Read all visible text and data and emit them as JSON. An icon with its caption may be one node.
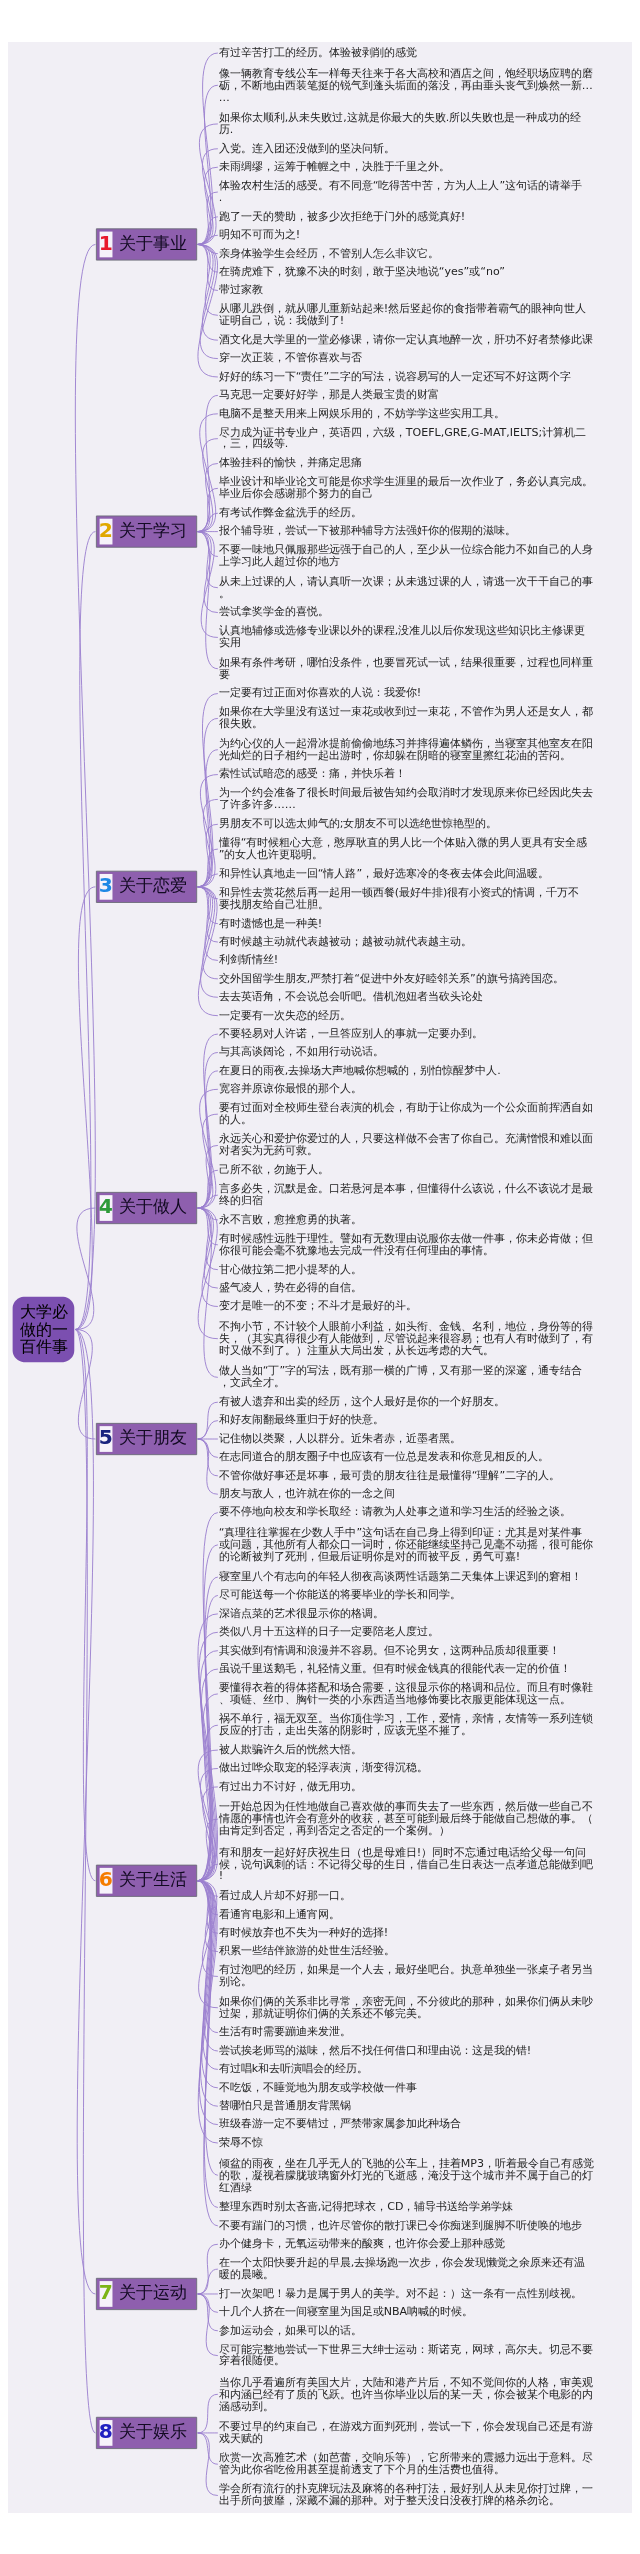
{
  "diagram": {
    "nodes": [
      {
        "text": [
          "大学必做的一百件事"
        ]
      },
      {
        "text": [
          "1",
          "关于事业"
        ]
      },
      {
        "text": [
          "有过辛苦打工的经历。体验被剥削的感觉"
        ]
      },
      {
        "text": [
          "像一辆教育专线公车一样每天往来于各大高校和酒店之间，饱经职场应聘的磨砺，不断地由西装笔挺的锐气到蓬头垢面的落没，再由垂头丧气到焕然一新……"
        ]
      },
      {
        "text": [
          "如果你太顺利,从未失败过,这就是你最大的失败.所以失败也是一种成功的经历."
        ]
      },
      {
        "text": [
          "入党。连入团还没做到的坚决问斩。"
        ]
      },
      {
        "text": [
          "未雨绸缪，运筹于帷幄之中，决胜于千里之外。"
        ]
      },
      {
        "text": [
          "体验农村生活的感受。有不同意“吃得苦中苦，方为人上人”这句话的请举手."
        ]
      },
      {
        "text": [
          "跑了一天的赞助，被多少次拒绝于门外的感觉真好!"
        ]
      },
      {
        "text": [
          "明知不可而为之!"
        ]
      },
      {
        "text": [
          "亲身体验学生会经历，不管别人怎么非议它。"
        ]
      },
      {
        "text": [
          "在骑虎难下，犹豫不决的时刻，敢于坚决地说“yes”或“no”"
        ]
      },
      {
        "text": [
          "带过家教"
        ]
      },
      {
        "text": [
          "从哪儿跌倒，就从哪儿重新站起来!然后竖起你的食指带着霸气的眼神向世人证明自己，说：我做到了!"
        ]
      },
      {
        "text": [
          "酒文化是大学里的一堂必修课，请你一定认真地醉一次，肝功不好者禁修此课"
        ]
      },
      {
        "text": [
          "穿一次正装，不管你喜欢与否"
        ]
      },
      {
        "text": [
          "好好的练习一下“责任”二字的写法，说容易写的人一定还写不好这两个字"
        ]
      },
      {
        "text": [
          "2",
          "关于学习"
        ]
      },
      {
        "text": [
          "马克思一定要好好学，那是人类最宝贵的财富"
        ]
      },
      {
        "text": [
          "电脑不是整天用来上网娱乐用的，不妨学学这些实用工具。"
        ]
      },
      {
        "text": [
          "尽力成为证书专业户，英语四，六级，TOEFL,GRE,G-MAT,IELTS;计算机二，三，四级等."
        ]
      },
      {
        "text": [
          "体验挂科的愉快，并痛定思痛"
        ]
      },
      {
        "text": [
          "毕业设计和毕业论文可能是你求学生涯里的最后一次作业了，务必认真完成。毕业后你会感谢那个努力的自己"
        ]
      },
      {
        "text": [
          "有考试作弊金盆洗手的经历。"
        ]
      },
      {
        "text": [
          "报个辅导班，尝试一下被那种辅导方法强奸你的假期的滋味。"
        ]
      },
      {
        "text": [
          "不要一味地只佩服那些远强于自己的人，至少从一位综合能力不如自己的人身上学习此人超过你的地方"
        ]
      },
      {
        "text": [
          "从未上过课的人，请认真听一次课；从未逃过课的人，请逃一次干干自己的事。"
        ]
      },
      {
        "text": [
          "尝试拿奖学金的喜悦。"
        ]
      },
      {
        "text": [
          "认真地辅修或选修专业课以外的课程,没准儿以后你发现这些知识比主修课更实用"
        ]
      },
      {
        "text": [
          "如果有条件考研，哪怕没条件，也要冒死试一试，结果很重要，过程也同样重要"
        ]
      },
      {
        "text": [
          "3",
          "关于恋爱"
        ]
      },
      {
        "text": [
          "一定要有过正面对你喜欢的人说：我爱你!"
        ]
      },
      {
        "text": [
          "如果你在大学里没有送过一束花或收到过一束花，不管作为男人还是女人，都很失败。"
        ]
      },
      {
        "text": [
          "为约心仪的人一起滑冰提前偷偷地练习并摔得遍体鳞伤，当寝室其他室友在阳光灿烂的日子相约一起出游时，你却躲在阴暗的寝室里擦红花油的苦闷。"
        ]
      },
      {
        "text": [
          "索性试试暗恋的感受：痛，并快乐着！"
        ]
      },
      {
        "text": [
          "为一个约会准备了很长时间最后被告知约会取消时才发现原来你已经因此失去了许多许多……"
        ]
      },
      {
        "text": [
          "男朋友不可以选太帅气的;女朋友不可以选绝世惊艳型的。"
        ]
      },
      {
        "text": [
          "懂得“有时候粗心大意，憨厚耿直的男人比一个体贴入微的男人更具有安全感”的女人也许更聪明。"
        ]
      },
      {
        "text": [
          "和异性认真地走一回“情人路”，最好选寒冷的冬夜去体会此间温暖。"
        ]
      },
      {
        "text": [
          "和异性去赏花然后再一起用一顿西餐(最好牛排)很有小资式的情调，千万不要找朋友给自己壮胆。"
        ]
      },
      {
        "text": [
          "有时遗憾也是一种美!"
        ]
      },
      {
        "text": [
          "有时候越主动就代表越被动；越被动就代表越主动。"
        ]
      },
      {
        "text": [
          "利剑斩情丝!"
        ]
      },
      {
        "text": [
          "交外国留学生朋友,严禁打着“促进中外友好睦邻关系”的旗号搞跨国恋。"
        ]
      },
      {
        "text": [
          "去去英语角，不会说总会听吧。借机泡妞者当砍头论处"
        ]
      },
      {
        "text": [
          "一定要有一次失恋的经历。"
        ]
      },
      {
        "text": [
          "4",
          "关于做人"
        ]
      },
      {
        "text": [
          "不要轻易对人许诺，一旦答应别人的事就一定要办到。"
        ]
      },
      {
        "text": [
          "与其高谈阔论，不如用行动说话。"
        ]
      },
      {
        "text": [
          "在夏日的雨夜,去操场大声地喊你想喊的，别怕惊醒梦中人."
        ]
      },
      {
        "text": [
          "宽容并原谅你最恨的那个人。"
        ]
      },
      {
        "text": [
          "要有过面对全校师生登台表演的机会，有助于让你成为一个公众面前挥洒自如的人。"
        ]
      },
      {
        "text": [
          "永远关心和爱护你爱过的人，只要这样做不会害了你自己。充满憎恨和难以面对者实为无药可救。"
        ]
      },
      {
        "text": [
          "己所不欲，勿施于人。"
        ]
      },
      {
        "text": [
          "言多必失，沉默是金。口若悬河是本事，但懂得什么该说，什么不该说才是最终的归宿"
        ]
      },
      {
        "text": [
          "永不言败，愈挫愈勇的执著。"
        ]
      },
      {
        "text": [
          "有时候感性远胜于理性。譬如有无数理由说服你去做一件事，你未必肯做；但你很可能会毫不犹豫地去完成一件没有任何理由的事情。"
        ]
      },
      {
        "text": [
          "甘心做拉第二把小提琴的人。"
        ]
      },
      {
        "text": [
          "盛气凌人，势在必得的自信。"
        ]
      },
      {
        "text": [
          "变才是唯一的不变；不斗才是最好的斗。"
        ]
      },
      {
        "text": [
          "不拘小节，不计较个人眼前小利益，如头衔、金钱、名利，地位，身份等的得失，（其实真得很少有人能做到，尽管说起来很容易；也有人有时做到了，有时又做不到了。）注重从大局出发，从长远考虑的大气。"
        ]
      },
      {
        "text": [
          "做人当如“丁”字的写法，既有那一横的广博，又有那一竖的深邃，通专结合，文武全才。"
        ]
      },
      {
        "text": [
          "5",
          "关于朋友"
        ]
      },
      {
        "text": [
          "有被人遗弃和出卖的经历，这个人最好是你的一个好朋友。"
        ]
      },
      {
        "text": [
          "和好友闹翻最终重归于好的快意。"
        ]
      },
      {
        "text": [
          "记住物以类聚，人以群分。近朱者赤，近墨者黑。"
        ]
      },
      {
        "text": [
          "在志同道合的朋友圈子中也应该有一位总是发表和你意见相反的人。"
        ]
      },
      {
        "text": [
          "不管你做好事还是坏事，最可贵的朋友往往是最懂得“理解”二字的人。"
        ]
      },
      {
        "text": [
          "朋友与敌人，也许就在你的一念之间"
        ]
      },
      {
        "text": [
          "6",
          "关于生活"
        ]
      },
      {
        "text": [
          "要不停地向校友和学长取经：请教为人处事之道和学习生活的经验之谈。"
        ]
      },
      {
        "text": [
          "“真理往往掌握在少数人手中”这句话在自己身上得到印证：尤其是对某件事或问题，其他所有人都众口一词时，你还能继续坚持己见毫不动摇，很可能你的论断被判了死刑，但最后证明你是对的而被平反，勇气可嘉!"
        ]
      },
      {
        "text": [
          "寝室里八个有志向的年轻人彻夜高谈两性话题第二天集体上课迟到的窘相！"
        ]
      },
      {
        "text": [
          "尽可能送每一个你能送的将要毕业的学长和同学。"
        ]
      },
      {
        "text": [
          "深谙点菜的艺术很显示你的格调。"
        ]
      },
      {
        "text": [
          "类似八月十五这样的日子一定要陪老人度过。"
        ]
      },
      {
        "text": [
          "其实做到有情调和浪漫并不容易。但不论男女，这两种品质却很重要！"
        ]
      },
      {
        "text": [
          "虽说千里送鹅毛，礼轻情义重。但有时候金钱真的很能代表一定的价值！"
        ]
      },
      {
        "text": [
          "要懂得衣着的得体搭配和场合需要，这很显示你的格调和品位。而且有时像鞋、项链、丝巾、胸针一类的小东西适当地修饰要比衣服更能体现这一点。"
        ]
      },
      {
        "text": [
          "祸不单行，福无双至。当你顶住学习，工作，爱情，亲情，友情等一系列连锁反应的打击，走出失落的阴影时，应该无坚不摧了。"
        ]
      },
      {
        "text": [
          "被人欺骗许久后的恍然大悟。"
        ]
      },
      {
        "text": [
          "做出过哗众取宠的轻浮表演，渐变得沉稳。"
        ]
      },
      {
        "text": [
          "有过出力不讨好，做无用功。"
        ]
      },
      {
        "text": [
          "一开始总因为任性地做自己喜欢做的事而失去了一些东西，然后做一些自己不情愿的事情也许会有意外的收获，甚至可能到最后终于能做自己想做的事。（由肯定到否定，再到否定之否定的一个案例。）"
        ]
      },
      {
        "text": [
          "有和朋友一起好好庆祝生日（也是母难日!）同时不忘通过电话给父母一句问候，说句讽刺的话：不记得父母的生日，借自己生日表达一点孝道总能做到吧!"
        ]
      },
      {
        "text": [
          "看过成人片却不好那一口。"
        ]
      },
      {
        "text": [
          "看通宵电影和上通宵网。"
        ]
      },
      {
        "text": [
          "有时候放弃也不失为一种好的选择!"
        ]
      },
      {
        "text": [
          "积累一些结伴旅游的处世生活经验。"
        ]
      },
      {
        "text": [
          "有过泡吧的经历，如果是一个人去，最好坐吧台。执意单独坐一张桌子者另当别论。"
        ]
      },
      {
        "text": [
          "如果你们俩的关系非比寻常，亲密无间，不分彼此的那种，如果你们俩从未吵过架，那就证明你们俩的关系还不够完美。"
        ]
      },
      {
        "text": [
          "生活有时需要蹦迪来发泄。"
        ]
      },
      {
        "text": [
          "尝试挨老师骂的滋味，然后不找任何借口和理由说：这是我的错!"
        ]
      },
      {
        "text": [
          "有过唱k和去听演唱会的经历。"
        ]
      },
      {
        "text": [
          "不吃饭，不睡觉地为朋友或学校做一件事"
        ]
      },
      {
        "text": [
          "替哪怕只是普通朋友背黑锅"
        ]
      },
      {
        "text": [
          "班级春游一定不要错过，严禁带家属参加此种场合"
        ]
      },
      {
        "text": [
          "荣辱不惊"
        ]
      },
      {
        "text": [
          "倾盆的雨夜，坐在几乎无人的飞驰的公车上，挂着MP3，听着最令自己有感觉的歌，凝视着朦胧玻璃窗外灯光的飞逝感，淹没于这个城市并不属于自己的灯红酒绿"
        ]
      },
      {
        "text": [
          "整理东西时别太吝啬,记得把球衣，CD，辅导书送给学弟学妹"
        ]
      },
      {
        "text": [
          "不要有踹门的习惯，也许尽管你的散打课已令你痴迷到腿脚不听使唤的地步"
        ]
      },
      {
        "text": [
          "7",
          "关于运动"
        ]
      },
      {
        "text": [
          "办个健身卡，无氧运动带来的酸爽，也许你会爱上那种感觉"
        ]
      },
      {
        "text": [
          "在一个太阳快要升起的早晨,去操场跑一次步，你会发现懒觉之余原来还有温暖的晨曦。"
        ]
      },
      {
        "text": [
          "打一次架吧！暴力是属于男人的美学。对不起：）这一条有一点性别歧视。"
        ]
      },
      {
        "text": [
          "十几个人挤在一间寝室里为国足或NBA呐喊的时候。"
        ]
      },
      {
        "text": [
          "参加运动会，如果可以的话。"
        ]
      },
      {
        "text": [
          "尽可能完整地尝试一下世界三大绅士运动：斯诺克，网球，高尔夫。切忌不要穿着很随便。"
        ]
      },
      {
        "text": [
          "8",
          "关于娱乐"
        ]
      },
      {
        "text": [
          "当你几乎看遍所有美国大片，大陆和港产片后，不知不觉间你的人格，审美观和内涵已经有了质的飞跃。也许当你毕业以后的某一天，你会被某个电影的内涵感动到。"
        ]
      },
      {
        "text": [
          "不要过早的约束自己，在游戏方面判死刑，尝试一下，你会发现自己还是有游戏天赋的"
        ]
      },
      {
        "text": [
          "欣赏一次高雅艺术（如芭蕾，交响乐等），它所带来的震撼力远出于意料。尽管为此你省吃俭用甚至提前透支了下个月的生活费也值得。"
        ]
      },
      {
        "text": [
          "学会所有流行的扑克牌玩法及麻将的各种打法，最好别人从未见你打过牌，一出手所向披靡，深藏不漏的那种。对于整天没日没夜打牌的格杀勿论。"
        ]
      }
    ],
    "edges": [
      {
        "from": 0,
        "to": 1,
        "arrow": "none"
      },
      {
        "from": 0,
        "to": 17,
        "arrow": "none"
      },
      {
        "from": 0,
        "to": 30,
        "arrow": "none"
      },
      {
        "from": 0,
        "to": 46,
        "arrow": "none"
      },
      {
        "from": 0,
        "to": 62,
        "arrow": "none"
      },
      {
        "from": 0,
        "to": 69,
        "arrow": "none"
      },
      {
        "from": 0,
        "to": 101,
        "arrow": "none"
      },
      {
        "from": 0,
        "to": 108,
        "arrow": "none"
      },
      {
        "from": 1,
        "to": 2,
        "arrow": "none"
      },
      {
        "from": 1,
        "to": 3,
        "arrow": "none"
      },
      {
        "from": 1,
        "to": 4,
        "arrow": "none"
      },
      {
        "from": 1,
        "to": 5,
        "arrow": "none"
      },
      {
        "from": 1,
        "to": 6,
        "arrow": "none"
      },
      {
        "from": 1,
        "to": 7,
        "arrow": "none"
      },
      {
        "from": 1,
        "to": 8,
        "arrow": "none"
      },
      {
        "from": 1,
        "to": 9,
        "arrow": "none"
      },
      {
        "from": 1,
        "to": 10,
        "arrow": "none"
      },
      {
        "from": 1,
        "to": 11,
        "arrow": "none"
      },
      {
        "from": 1,
        "to": 12,
        "arrow": "none"
      },
      {
        "from": 1,
        "to": 13,
        "arrow": "none"
      },
      {
        "from": 1,
        "to": 14,
        "arrow": "none"
      },
      {
        "from": 1,
        "to": 15,
        "arrow": "none"
      },
      {
        "from": 1,
        "to": 16,
        "arrow": "none"
      },
      {
        "from": 17,
        "to": 18,
        "arrow": "none"
      },
      {
        "from": 17,
        "to": 19,
        "arrow": "none"
      },
      {
        "from": 17,
        "to": 20,
        "arrow": "none"
      },
      {
        "from": 17,
        "to": 21,
        "arrow": "none"
      },
      {
        "from": 17,
        "to": 22,
        "arrow": "none"
      },
      {
        "from": 17,
        "to": 23,
        "arrow": "none"
      },
      {
        "from": 17,
        "to": 24,
        "arrow": "none"
      },
      {
        "from": 17,
        "to": 25,
        "arrow": "none"
      },
      {
        "from": 17,
        "to": 26,
        "arrow": "none"
      },
      {
        "from": 17,
        "to": 27,
        "arrow": "none"
      },
      {
        "from": 17,
        "to": 28,
        "arrow": "none"
      },
      {
        "from": 17,
        "to": 29,
        "arrow": "none"
      },
      {
        "from": 30,
        "to": 31,
        "arrow": "none"
      },
      {
        "from": 30,
        "to": 32,
        "arrow": "none"
      },
      {
        "from": 30,
        "to": 33,
        "arrow": "none"
      },
      {
        "from": 30,
        "to": 34,
        "arrow": "none"
      },
      {
        "from": 30,
        "to": 35,
        "arrow": "none"
      },
      {
        "from": 30,
        "to": 36,
        "arrow": "none"
      },
      {
        "from": 30,
        "to": 37,
        "arrow": "none"
      },
      {
        "from": 30,
        "to": 38,
        "arrow": "none"
      },
      {
        "from": 30,
        "to": 39,
        "arrow": "none"
      },
      {
        "from": 30,
        "to": 40,
        "arrow": "none"
      },
      {
        "from": 30,
        "to": 41,
        "arrow": "none"
      },
      {
        "from": 30,
        "to": 42,
        "arrow": "none"
      },
      {
        "from": 30,
        "to": 43,
        "arrow": "none"
      },
      {
        "from": 30,
        "to": 44,
        "arrow": "none"
      },
      {
        "from": 30,
        "to": 45,
        "arrow": "none"
      },
      {
        "from": 46,
        "to": 47,
        "arrow": "none"
      },
      {
        "from": 46,
        "to": 48,
        "arrow": "none"
      },
      {
        "from": 46,
        "to": 49,
        "arrow": "none"
      },
      {
        "from": 46,
        "to": 50,
        "arrow": "none"
      },
      {
        "from": 46,
        "to": 51,
        "arrow": "none"
      },
      {
        "from": 46,
        "to": 52,
        "arrow": "none"
      },
      {
        "from": 46,
        "to": 53,
        "arrow": "none"
      },
      {
        "from": 46,
        "to": 54,
        "arrow": "none"
      },
      {
        "from": 46,
        "to": 55,
        "arrow": "none"
      },
      {
        "from": 46,
        "to": 56,
        "arrow": "none"
      },
      {
        "from": 46,
        "to": 57,
        "arrow": "none"
      },
      {
        "from": 46,
        "to": 58,
        "arrow": "none"
      },
      {
        "from": 46,
        "to": 59,
        "arrow": "none"
      },
      {
        "from": 46,
        "to": 60,
        "arrow": "none"
      },
      {
        "from": 46,
        "to": 61,
        "arrow": "none"
      },
      {
        "from": 62,
        "to": 63,
        "arrow": "none"
      },
      {
        "from": 62,
        "to": 64,
        "arrow": "none"
      },
      {
        "from": 62,
        "to": 65,
        "arrow": "none"
      },
      {
        "from": 62,
        "to": 66,
        "arrow": "none"
      },
      {
        "from": 62,
        "to": 67,
        "arrow": "none"
      },
      {
        "from": 62,
        "to": 68,
        "arrow": "none"
      },
      {
        "from": 69,
        "to": 70,
        "arrow": "none"
      },
      {
        "from": 69,
        "to": 71,
        "arrow": "none"
      },
      {
        "from": 69,
        "to": 72,
        "arrow": "none"
      },
      {
        "from": 69,
        "to": 73,
        "arrow": "none"
      },
      {
        "from": 69,
        "to": 74,
        "arrow": "none"
      },
      {
        "from": 69,
        "to": 75,
        "arrow": "none"
      },
      {
        "from": 69,
        "to": 76,
        "arrow": "none"
      },
      {
        "from": 69,
        "to": 77,
        "arrow": "none"
      },
      {
        "from": 69,
        "to": 78,
        "arrow": "none"
      },
      {
        "from": 69,
        "to": 79,
        "arrow": "none"
      },
      {
        "from": 69,
        "to": 80,
        "arrow": "none"
      },
      {
        "from": 69,
        "to": 81,
        "arrow": "none"
      },
      {
        "from": 69,
        "to": 82,
        "arrow": "none"
      },
      {
        "from": 69,
        "to": 83,
        "arrow": "none"
      },
      {
        "from": 69,
        "to": 84,
        "arrow": "none"
      },
      {
        "from": 69,
        "to": 85,
        "arrow": "none"
      },
      {
        "from": 69,
        "to": 86,
        "arrow": "none"
      },
      {
        "from": 69,
        "to": 87,
        "arrow": "none"
      },
      {
        "from": 69,
        "to": 88,
        "arrow": "none"
      },
      {
        "from": 69,
        "to": 89,
        "arrow": "none"
      },
      {
        "from": 69,
        "to": 90,
        "arrow": "none"
      },
      {
        "from": 69,
        "to": 91,
        "arrow": "none"
      },
      {
        "from": 69,
        "to": 92,
        "arrow": "none"
      },
      {
        "from": 69,
        "to": 93,
        "arrow": "none"
      },
      {
        "from": 69,
        "to": 94,
        "arrow": "none"
      },
      {
        "from": 69,
        "to": 95,
        "arrow": "none"
      },
      {
        "from": 69,
        "to": 96,
        "arrow": "none"
      },
      {
        "from": 69,
        "to": 97,
        "arrow": "none"
      },
      {
        "from": 69,
        "to": 98,
        "arrow": "none"
      },
      {
        "from": 69,
        "to": 99,
        "arrow": "none"
      },
      {
        "from": 69,
        "to": 100,
        "arrow": "none"
      },
      {
        "from": 101,
        "to": 102,
        "arrow": "none"
      },
      {
        "from": 101,
        "to": 103,
        "arrow": "none"
      },
      {
        "from": 101,
        "to": 104,
        "arrow": "none"
      },
      {
        "from": 101,
        "to": 105,
        "arrow": "none"
      },
      {
        "from": 101,
        "to": 106,
        "arrow": "none"
      },
      {
        "from": 101,
        "to": 107,
        "arrow": "none"
      },
      {
        "from": 108,
        "to": 109,
        "arrow": "none"
      },
      {
        "from": 108,
        "to": 110,
        "arrow": "none"
      },
      {
        "from": 108,
        "to": 111,
        "arrow": "none"
      },
      {
        "from": 108,
        "to": 112,
        "arrow": "none"
      }
    ]
  }
}
